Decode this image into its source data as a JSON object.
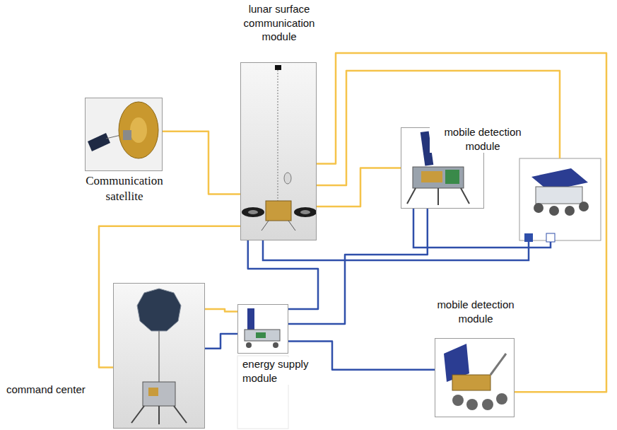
{
  "diagram": {
    "nodes": [
      {
        "text": [
          "lunar surface communication module"
        ]
      },
      {
        "text": [
          "Communication satellite"
        ]
      },
      {
        "text": [
          "mobile detection module"
        ]
      },
      {
        "text": [
          "command center"
        ]
      },
      {
        "text": [
          "energy supply module"
        ]
      },
      {
        "text": [
          "mobile detection module"
        ]
      }
    ],
    "edges": [
      {
        "from": 1,
        "to": 0,
        "arrow": "none"
      },
      {
        "from": 0,
        "to": 2,
        "arrow": "none"
      },
      {
        "from": 0,
        "to": 5,
        "arrow": "none"
      },
      {
        "from": 0,
        "to": 3,
        "arrow": "none"
      },
      {
        "from": 3,
        "to": 4,
        "arrow": "none"
      },
      {
        "from": 4,
        "to": 0,
        "arrow": "none"
      },
      {
        "from": 4,
        "to": 2,
        "arrow": "none"
      },
      {
        "from": 4,
        "to": 5,
        "arrow": "none"
      },
      {
        "from": 3,
        "to": 4,
        "arrow": "none"
      }
    ]
  }
}
